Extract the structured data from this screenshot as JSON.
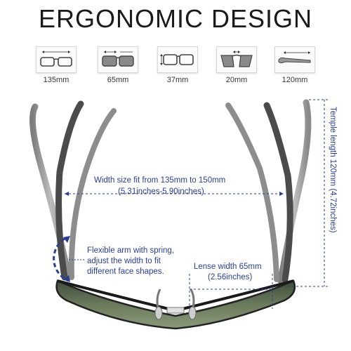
{
  "title": "ERGONOMIC DESIGN",
  "specs": [
    {
      "label": "135mm",
      "icon": "front-width-icon"
    },
    {
      "label": "65mm",
      "icon": "lens-width-icon"
    },
    {
      "label": "37mm",
      "icon": "lens-height-icon"
    },
    {
      "label": "20mm",
      "icon": "bridge-width-icon"
    },
    {
      "label": "120mm",
      "icon": "temple-length-icon"
    }
  ],
  "notes": {
    "width_line1": "Width size fit from 135mm to 150mm",
    "width_line2": "(5.31inches-5.90inches)",
    "arm_line1": "Flexible arm with spring,",
    "arm_line2": "adjust the width to fit",
    "arm_line3": "different face shapes.",
    "lens_line1": "Lense width 65mm",
    "lens_line2": "(2.56inches)",
    "temple": "Temple length 120mm (4.72inches)"
  },
  "colors": {
    "accent": "#2a3e91",
    "frame_dark": "#3a3a3a",
    "frame_light": "#9a9a9a",
    "lens": "#5b6b4e"
  }
}
